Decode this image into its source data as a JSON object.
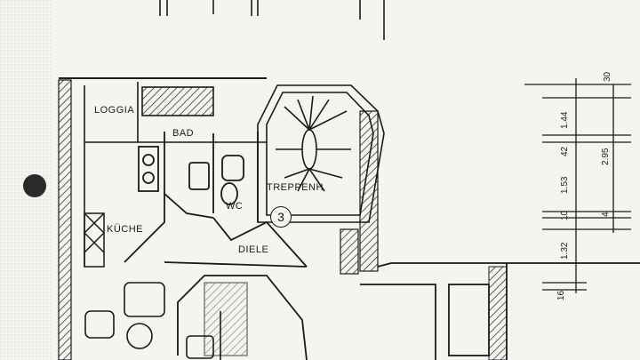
{
  "rooms": {
    "loggia": "LOGGIA",
    "bad": "BAD",
    "wc": "WC",
    "treppenhaus": "TREPPENH",
    "kueche": "KÜCHE",
    "diele": "DIELE"
  },
  "stair_number": "3",
  "dimensions": {
    "top": "30",
    "d1": "1.44",
    "d2": "42",
    "d3": "2.95",
    "d4": "1.53",
    "d5": "10",
    "d6": "4",
    "d7": "1.32",
    "d8": "16"
  }
}
